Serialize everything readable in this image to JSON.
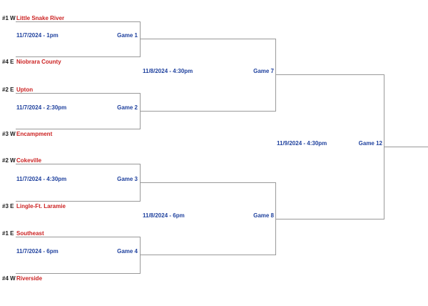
{
  "colors": {
    "line": "#999999",
    "seed_text": "#1a1a1a",
    "team_text": "#cc2222",
    "info_text": "#1f419e"
  },
  "round1": [
    {
      "game_label": "Game 1",
      "datetime": "11/7/2024 - 1pm",
      "top_seed": "#1 W",
      "top_team": "Little Snake River",
      "bottom_seed": "#4 E",
      "bottom_team": "Niobrara County"
    },
    {
      "game_label": "Game 2",
      "datetime": "11/7/2024 - 2:30pm",
      "top_seed": "#2 E",
      "top_team": "Upton",
      "bottom_seed": "#3 W",
      "bottom_team": "Encampment"
    },
    {
      "game_label": "Game 3",
      "datetime": "11/7/2024 - 4:30pm",
      "top_seed": "#2 W",
      "top_team": "Cokeville",
      "bottom_seed": "#3 E",
      "bottom_team": "Lingle-Ft. Laramie"
    },
    {
      "game_label": "Game 4",
      "datetime": "11/7/2024 - 6pm",
      "top_seed": "#1 E",
      "top_team": "Southeast",
      "bottom_seed": "#4 W",
      "bottom_team": "Riverside"
    }
  ],
  "round2": [
    {
      "game_label": "Game 7",
      "datetime": "11/8/2024 - 4:30pm"
    },
    {
      "game_label": "Game 8",
      "datetime": "11/8/2024 - 6pm"
    }
  ],
  "final": {
    "game_label": "Game 12",
    "datetime": "11/9/2024 - 4:30pm"
  }
}
